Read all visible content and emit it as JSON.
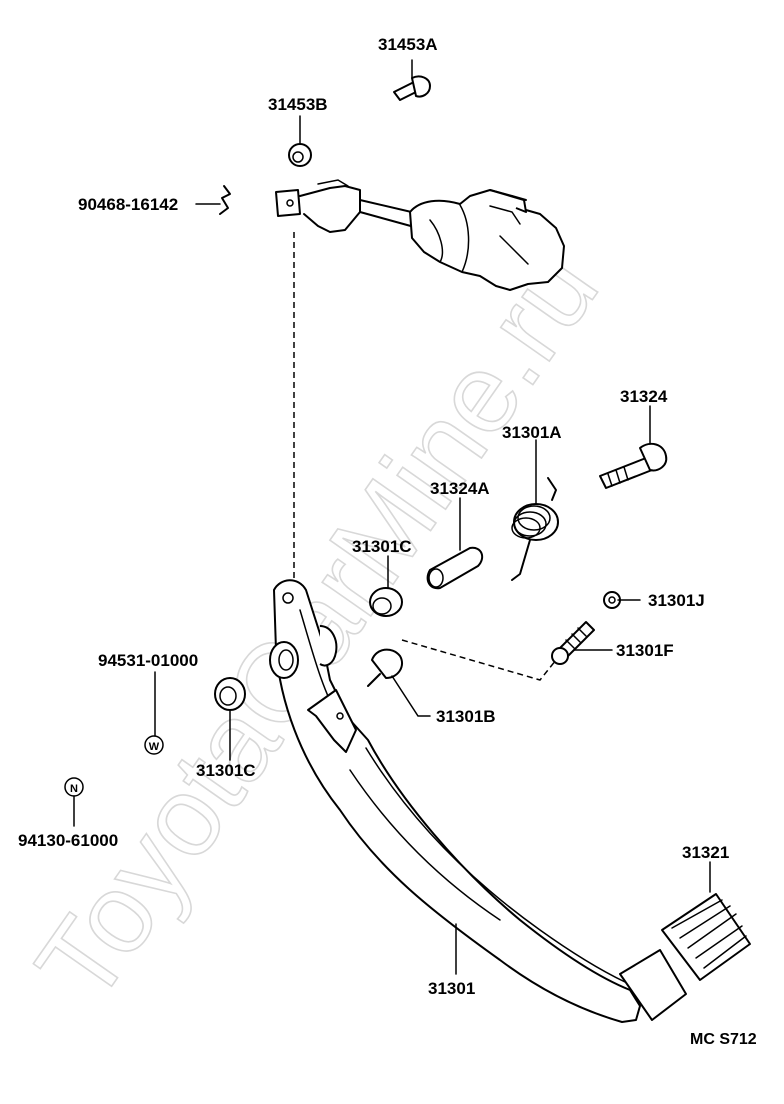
{
  "watermark": "ToyotaCarMine.ru",
  "parts": {
    "p31453A": "31453A",
    "p31453B": "31453B",
    "p90468": "90468-16142",
    "p31324": "31324",
    "p31301A": "31301A",
    "p31324A": "31324A",
    "p31301C_top": "31301C",
    "p31301J": "31301J",
    "p31301F": "31301F",
    "p94531": "94531-01000",
    "p31301B": "31301B",
    "p31301C_left": "31301C",
    "p94130": "94130-61000",
    "p31321": "31321",
    "p31301": "31301"
  },
  "markers": {
    "w": "W",
    "n": "N"
  },
  "ref_code": "MC S712"
}
